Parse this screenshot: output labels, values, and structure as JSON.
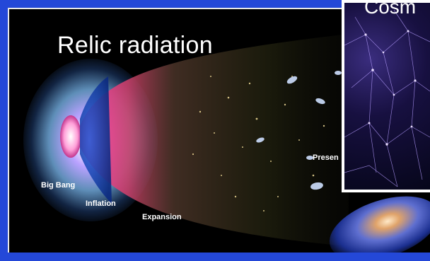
{
  "figure": {
    "title": "Relic radiation",
    "inset_title": "Cosm",
    "stages": {
      "big_bang": "Big Bang",
      "inflation": "Inflation",
      "expansion": "Expansion",
      "present": "Presen"
    }
  },
  "colors": {
    "border": "#2448d8",
    "background": "#000000",
    "text": "#ffffff"
  }
}
